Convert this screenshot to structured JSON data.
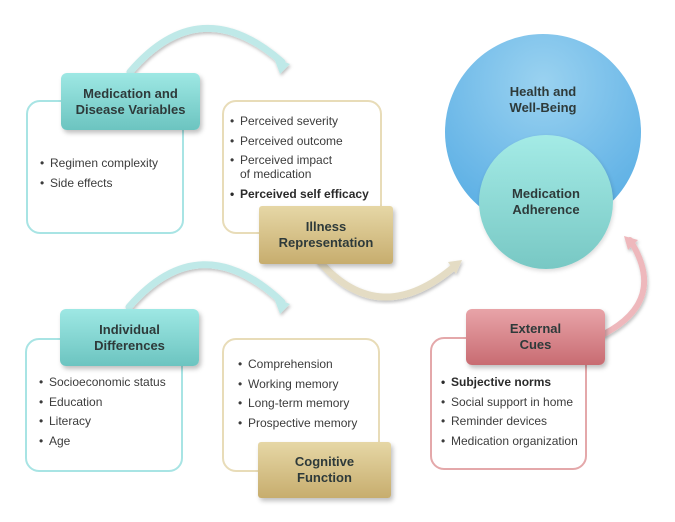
{
  "diagram": {
    "medication_disease": {
      "title": "Medication and Disease Variables",
      "title_lines": [
        "Medication and",
        "Disease Variables"
      ],
      "items": [
        {
          "text": "Regimen complexity",
          "bold": false
        },
        {
          "text": "Side effects",
          "bold": false
        }
      ]
    },
    "illness_representation": {
      "title_lines": [
        "Illness",
        "Representation"
      ],
      "items": [
        {
          "text": "Perceived severity",
          "bold": false
        },
        {
          "text": "Perceived outcome",
          "bold": false
        },
        {
          "text": "Perceived impact of medication",
          "line1": "Perceived impact",
          "line2": "of medication",
          "bold": false
        },
        {
          "text": "Perceived self efficacy",
          "bold": true
        }
      ]
    },
    "health_wellbeing": {
      "title_lines": [
        "Health and",
        "Well-Being"
      ]
    },
    "medication_adherence": {
      "title_lines": [
        "Medication",
        "Adherence"
      ]
    },
    "individual_differences": {
      "title_lines": [
        "Individual",
        "Differences"
      ],
      "items": [
        {
          "text": "Socioeconomic status",
          "bold": false
        },
        {
          "text": "Education",
          "bold": false
        },
        {
          "text": "Literacy",
          "bold": false
        },
        {
          "text": "Age",
          "bold": false
        }
      ]
    },
    "cognitive_function": {
      "title_lines": [
        "Cognitive",
        "Function"
      ],
      "items": [
        {
          "text": "Comprehension",
          "bold": false
        },
        {
          "text": "Working memory",
          "bold": false
        },
        {
          "text": "Long-term memory",
          "bold": false
        },
        {
          "text": "Prospective memory",
          "bold": false
        }
      ]
    },
    "external_cues": {
      "title_lines": [
        "External",
        "Cues"
      ],
      "items": [
        {
          "text": "Subjective norms",
          "bold": true
        },
        {
          "text": "Social support in home",
          "bold": false
        },
        {
          "text": "Reminder devices",
          "bold": false
        },
        {
          "text": "Medication organization",
          "bold": false
        }
      ]
    },
    "colors": {
      "teal": "#7fd6d2",
      "tan": "#d4be84",
      "pink": "#d8868c",
      "blue": "#6db8e8"
    }
  }
}
